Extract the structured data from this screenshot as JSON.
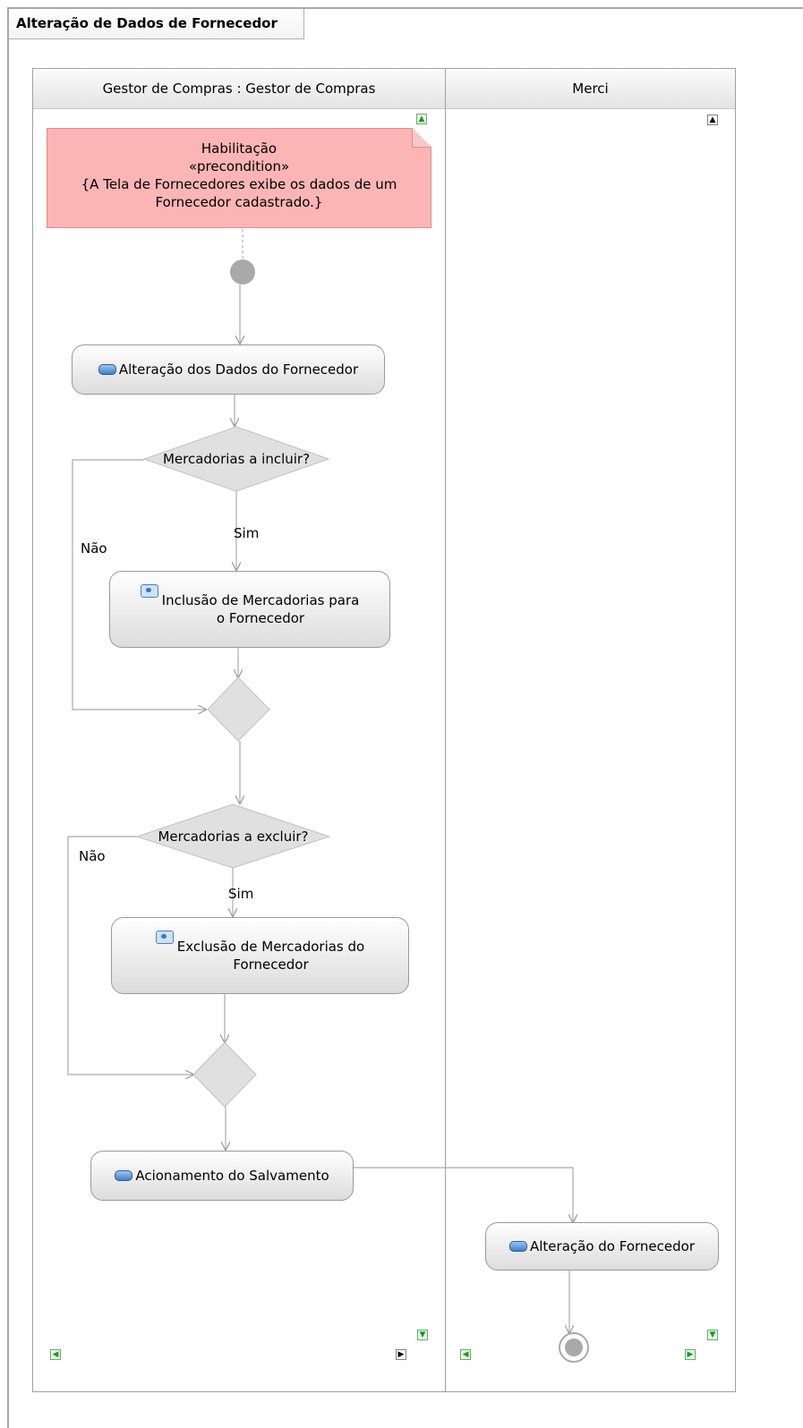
{
  "title": "Alteração de Dados de Fornecedor",
  "lanes": [
    {
      "label": "Gestor de Compras : Gestor de Compras"
    },
    {
      "label": "Merci"
    }
  ],
  "note": {
    "lines": [
      "Habilitação",
      "«precondition»",
      "{A Tela de Fornecedores exibe os dados de um",
      "Fornecedor cadastrado.}"
    ]
  },
  "actions": {
    "alteracao_dados": "Alteração dos Dados do Fornecedor",
    "inclusao": [
      "Inclusão de Mercadorias para",
      "o Fornecedor"
    ],
    "exclusao": [
      "Exclusão de Mercadorias do",
      "Fornecedor"
    ],
    "acionamento": "Acionamento do Salvamento",
    "alteracao_fornecedor": "Alteração do Fornecedor"
  },
  "decisions": {
    "incluir": "Mercadorias a incluir?",
    "excluir": "Mercadorias a excluir?"
  },
  "guards": {
    "sim": "Sim",
    "nao": "Não"
  },
  "scroll_icons": {
    "up": "▲",
    "down": "▼",
    "left": "◀",
    "right": "▶"
  }
}
